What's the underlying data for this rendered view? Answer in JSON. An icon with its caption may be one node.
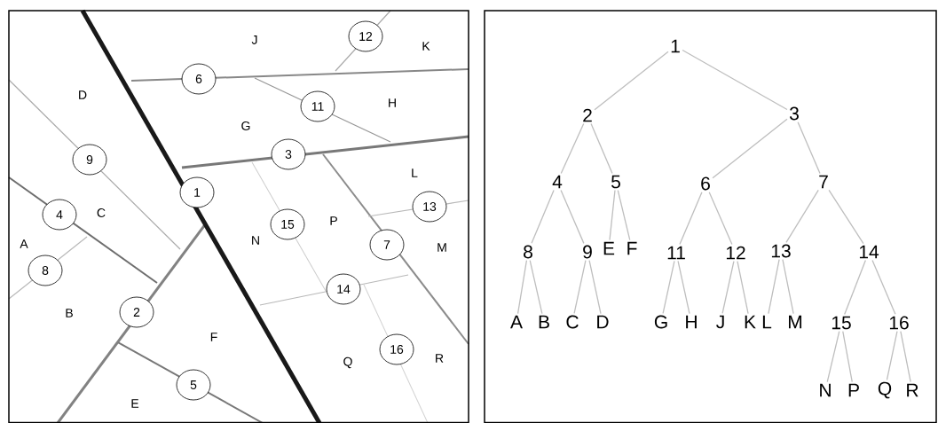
{
  "diagram": {
    "nodes": [
      {
        "text": [
          "1"
        ]
      },
      {
        "text": [
          "2"
        ]
      },
      {
        "text": [
          "3"
        ]
      },
      {
        "text": [
          "4"
        ]
      },
      {
        "text": [
          "5"
        ]
      },
      {
        "text": [
          "6"
        ]
      },
      {
        "text": [
          "7"
        ]
      },
      {
        "text": [
          "8"
        ]
      },
      {
        "text": [
          "9"
        ]
      },
      {
        "text": [
          "11"
        ]
      },
      {
        "text": [
          "12"
        ]
      },
      {
        "text": [
          "13"
        ]
      },
      {
        "text": [
          "14"
        ]
      },
      {
        "text": [
          "15"
        ]
      },
      {
        "text": [
          "16"
        ]
      },
      {
        "text": [
          "1"
        ]
      },
      {
        "text": [
          "2"
        ]
      },
      {
        "text": [
          "3"
        ]
      },
      {
        "text": [
          "4"
        ]
      },
      {
        "text": [
          "5"
        ]
      },
      {
        "text": [
          "6"
        ]
      },
      {
        "text": [
          "7"
        ]
      },
      {
        "text": [
          "8"
        ]
      },
      {
        "text": [
          "9"
        ]
      },
      {
        "text": [
          "E"
        ]
      },
      {
        "text": [
          "F"
        ]
      },
      {
        "text": [
          "11"
        ]
      },
      {
        "text": [
          "12"
        ]
      },
      {
        "text": [
          "13"
        ]
      },
      {
        "text": [
          "14"
        ]
      },
      {
        "text": [
          "A"
        ]
      },
      {
        "text": [
          "B"
        ]
      },
      {
        "text": [
          "C"
        ]
      },
      {
        "text": [
          "D"
        ]
      },
      {
        "text": [
          "G"
        ]
      },
      {
        "text": [
          "H"
        ]
      },
      {
        "text": [
          "J"
        ]
      },
      {
        "text": [
          "K"
        ]
      },
      {
        "text": [
          "L"
        ]
      },
      {
        "text": [
          "M"
        ]
      },
      {
        "text": [
          "15"
        ]
      },
      {
        "text": [
          "16"
        ]
      },
      {
        "text": [
          "N"
        ]
      },
      {
        "text": [
          "P"
        ]
      },
      {
        "text": [
          "Q"
        ]
      },
      {
        "text": [
          "R"
        ]
      }
    ],
    "edges": [
      {
        "from": 15,
        "to": 16,
        "arrow": "none"
      },
      {
        "from": 15,
        "to": 17,
        "arrow": "none"
      },
      {
        "from": 16,
        "to": 18,
        "arrow": "none"
      },
      {
        "from": 16,
        "to": 19,
        "arrow": "none"
      },
      {
        "from": 17,
        "to": 20,
        "arrow": "none"
      },
      {
        "from": 17,
        "to": 21,
        "arrow": "none"
      },
      {
        "from": 18,
        "to": 22,
        "arrow": "none"
      },
      {
        "from": 18,
        "to": 23,
        "arrow": "none"
      },
      {
        "from": 19,
        "to": 24,
        "arrow": "none"
      },
      {
        "from": 19,
        "to": 25,
        "arrow": "none"
      },
      {
        "from": 20,
        "to": 26,
        "arrow": "none"
      },
      {
        "from": 20,
        "to": 27,
        "arrow": "none"
      },
      {
        "from": 21,
        "to": 28,
        "arrow": "none"
      },
      {
        "from": 21,
        "to": 29,
        "arrow": "none"
      },
      {
        "from": 22,
        "to": 30,
        "arrow": "none"
      },
      {
        "from": 22,
        "to": 31,
        "arrow": "none"
      },
      {
        "from": 23,
        "to": 32,
        "arrow": "none"
      },
      {
        "from": 23,
        "to": 33,
        "arrow": "none"
      },
      {
        "from": 26,
        "to": 34,
        "arrow": "none"
      },
      {
        "from": 26,
        "to": 35,
        "arrow": "none"
      },
      {
        "from": 27,
        "to": 36,
        "arrow": "none"
      },
      {
        "from": 27,
        "to": 37,
        "arrow": "none"
      },
      {
        "from": 28,
        "to": 38,
        "arrow": "none"
      },
      {
        "from": 28,
        "to": 39,
        "arrow": "none"
      },
      {
        "from": 29,
        "to": 40,
        "arrow": "none"
      },
      {
        "from": 29,
        "to": 41,
        "arrow": "none"
      },
      {
        "from": 40,
        "to": 42,
        "arrow": "none"
      },
      {
        "from": 40,
        "to": 43,
        "arrow": "none"
      },
      {
        "from": 41,
        "to": 44,
        "arrow": "none"
      },
      {
        "from": 41,
        "to": 45,
        "arrow": "none"
      }
    ],
    "labels": [
      "J",
      "K",
      "D",
      "H",
      "G",
      "L",
      "C",
      "A",
      "N",
      "P",
      "M",
      "B",
      "F",
      "Q",
      "R",
      "E"
    ]
  }
}
